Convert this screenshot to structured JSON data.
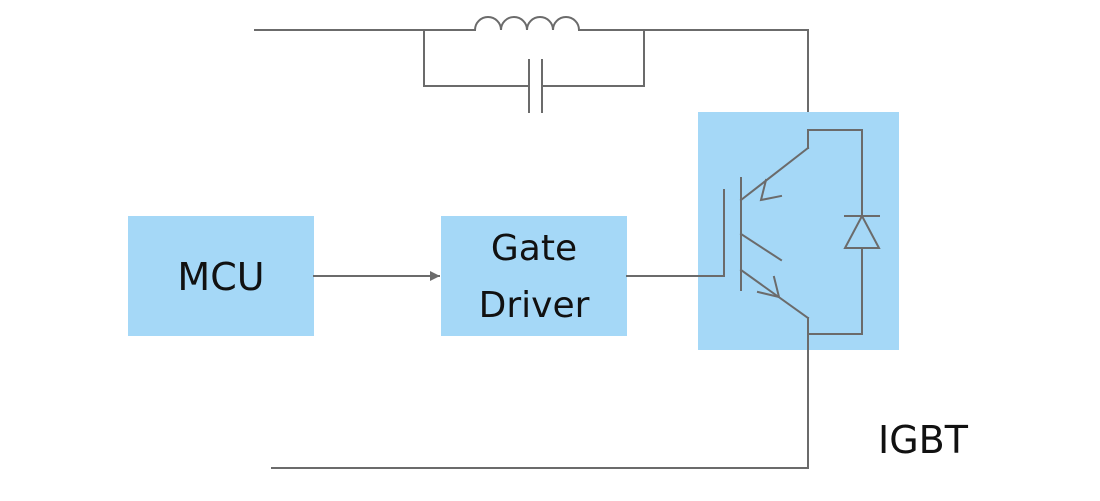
{
  "diagram": {
    "blocks": {
      "mcu": {
        "label": "MCU"
      },
      "gate_driver": {
        "line1": "Gate",
        "line2": "Driver"
      },
      "igbt": {
        "label": "IGBT"
      }
    },
    "colors": {
      "block_fill": "#a5d8f7",
      "wire": "#6b6b6b",
      "text": "#111111"
    }
  }
}
